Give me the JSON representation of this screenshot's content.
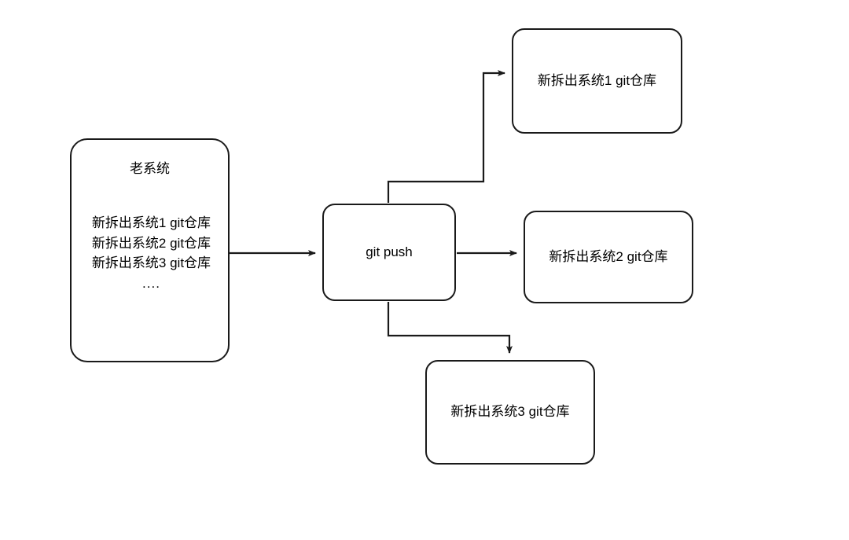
{
  "diagram": {
    "title": "git push split repositories flow",
    "background": "#ffffff",
    "stroke_color": "#1a1a1a",
    "text_color": "#000000",
    "nodes": {
      "legacy": {
        "title": "老系统",
        "repos": [
          "新拆出系统1 git仓库",
          "新拆出系统2 git仓库",
          "新拆出系统3 git仓库"
        ],
        "ellipsis": "...."
      },
      "action": {
        "label": "git push"
      },
      "target1": {
        "label": "新拆出系统1 git仓库"
      },
      "target2": {
        "label": "新拆出系统2 git仓库"
      },
      "target3": {
        "label": "新拆出系统3 git仓库"
      }
    },
    "edges": [
      {
        "name": "legacy-to-action",
        "from": "legacy",
        "to": "action",
        "label": "",
        "arrow": true
      },
      {
        "name": "action-to-target1",
        "from": "action",
        "to": "target1",
        "label": "",
        "arrow": true
      },
      {
        "name": "action-to-target2",
        "from": "action",
        "to": "target2",
        "label": "",
        "arrow": true
      },
      {
        "name": "action-to-target3",
        "from": "action",
        "to": "target3",
        "label": "",
        "arrow": true
      }
    ]
  }
}
